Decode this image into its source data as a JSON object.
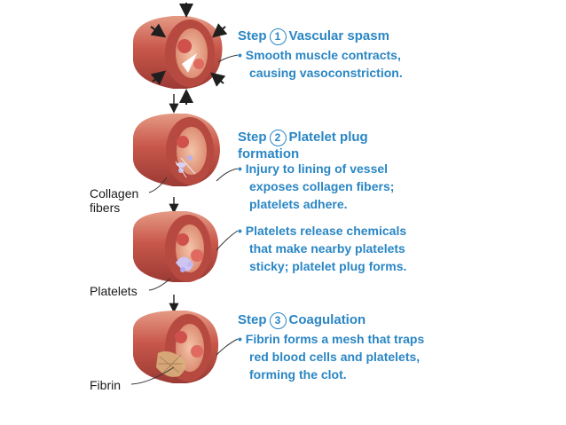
{
  "steps": [
    {
      "prefix": "Step",
      "number": "1",
      "title": "Vascular spasm",
      "bullets": [
        [
          "• Smooth muscle contracts,",
          "causing vasoconstriction."
        ]
      ]
    },
    {
      "prefix": "Step",
      "number": "2",
      "title": "Platelet plug",
      "title_line2": "formation",
      "bullets": [
        [
          "• Injury to lining of vessel",
          "exposes collagen fibers;",
          "platelets adhere."
        ],
        [
          "• Platelets release chemicals",
          "that make nearby platelets",
          "sticky; platelet plug forms."
        ]
      ]
    },
    {
      "prefix": "Step",
      "number": "3",
      "title": "Coagulation",
      "bullets": [
        [
          "• Fibrin forms a mesh that traps",
          "red blood cells and platelets,",
          "forming the clot."
        ]
      ]
    }
  ],
  "labels": {
    "collagen_line1": "Collagen",
    "collagen_line2": "fibers",
    "platelets": "Platelets",
    "fibrin": "Fibrin"
  },
  "colors": {
    "text_accent": "#2a86c4",
    "vessel": "#c9574a",
    "arrow": "#1f1f1f"
  }
}
